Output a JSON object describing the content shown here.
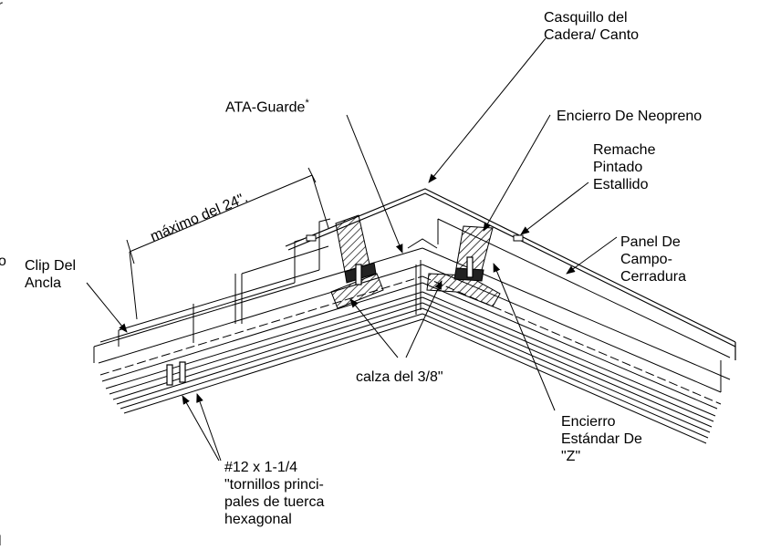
{
  "diagram": {
    "labels": {
      "hip_cap": [
        "Casquillo del",
        "Cadera/ Canto"
      ],
      "ata_guard": "ATA-Guarde",
      "ata_guard_mark": "*",
      "neoprene": "Encierro De Neopreno",
      "rivet": [
        "Remache",
        "Pintado",
        "Estallido"
      ],
      "panel": [
        "Panel De",
        "Campo-",
        "Cerradura"
      ],
      "max_spacing": "máximo del 24\".",
      "clip": [
        "Clip Del",
        "Ancla"
      ],
      "shim": "calza del 3/8\"",
      "z_closure": [
        "Encierro",
        "Estándar De",
        "\"Z\""
      ],
      "screws": [
        "#12 x 1-1/4",
        "\"tornillos princi-",
        "pales de tuerca",
        "hexagonal"
      ]
    },
    "edge_marks": [
      "r",
      "o",
      "l"
    ]
  }
}
